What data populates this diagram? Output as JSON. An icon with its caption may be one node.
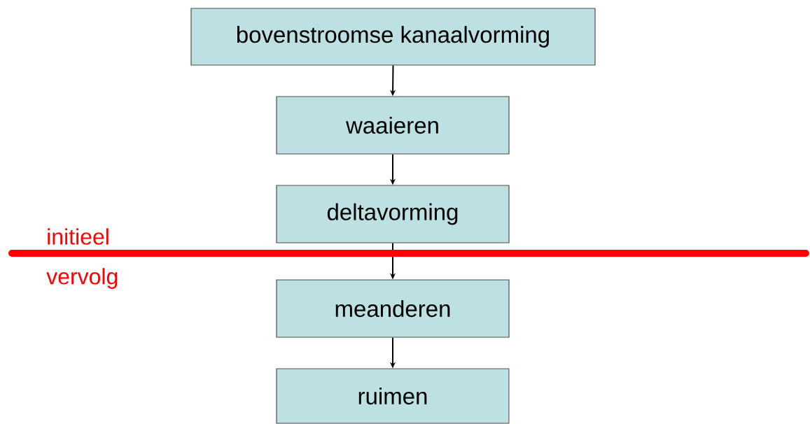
{
  "diagram": {
    "nodes": [
      {
        "text": [
          "bovenstroomse kanaalvorming"
        ]
      },
      {
        "text": [
          "waaieren"
        ]
      },
      {
        "text": [
          "deltavorming"
        ]
      },
      {
        "text": [
          "meanderen"
        ]
      },
      {
        "text": [
          "ruimen"
        ]
      }
    ],
    "edges": [
      {
        "from": 0,
        "to": 1,
        "arrow": "to"
      },
      {
        "from": 1,
        "to": 2,
        "arrow": "to"
      },
      {
        "from": 2,
        "to": 3,
        "arrow": "to"
      },
      {
        "from": 3,
        "to": 4,
        "arrow": "to"
      }
    ],
    "labels": [
      "initieel",
      "vervolg"
    ]
  }
}
